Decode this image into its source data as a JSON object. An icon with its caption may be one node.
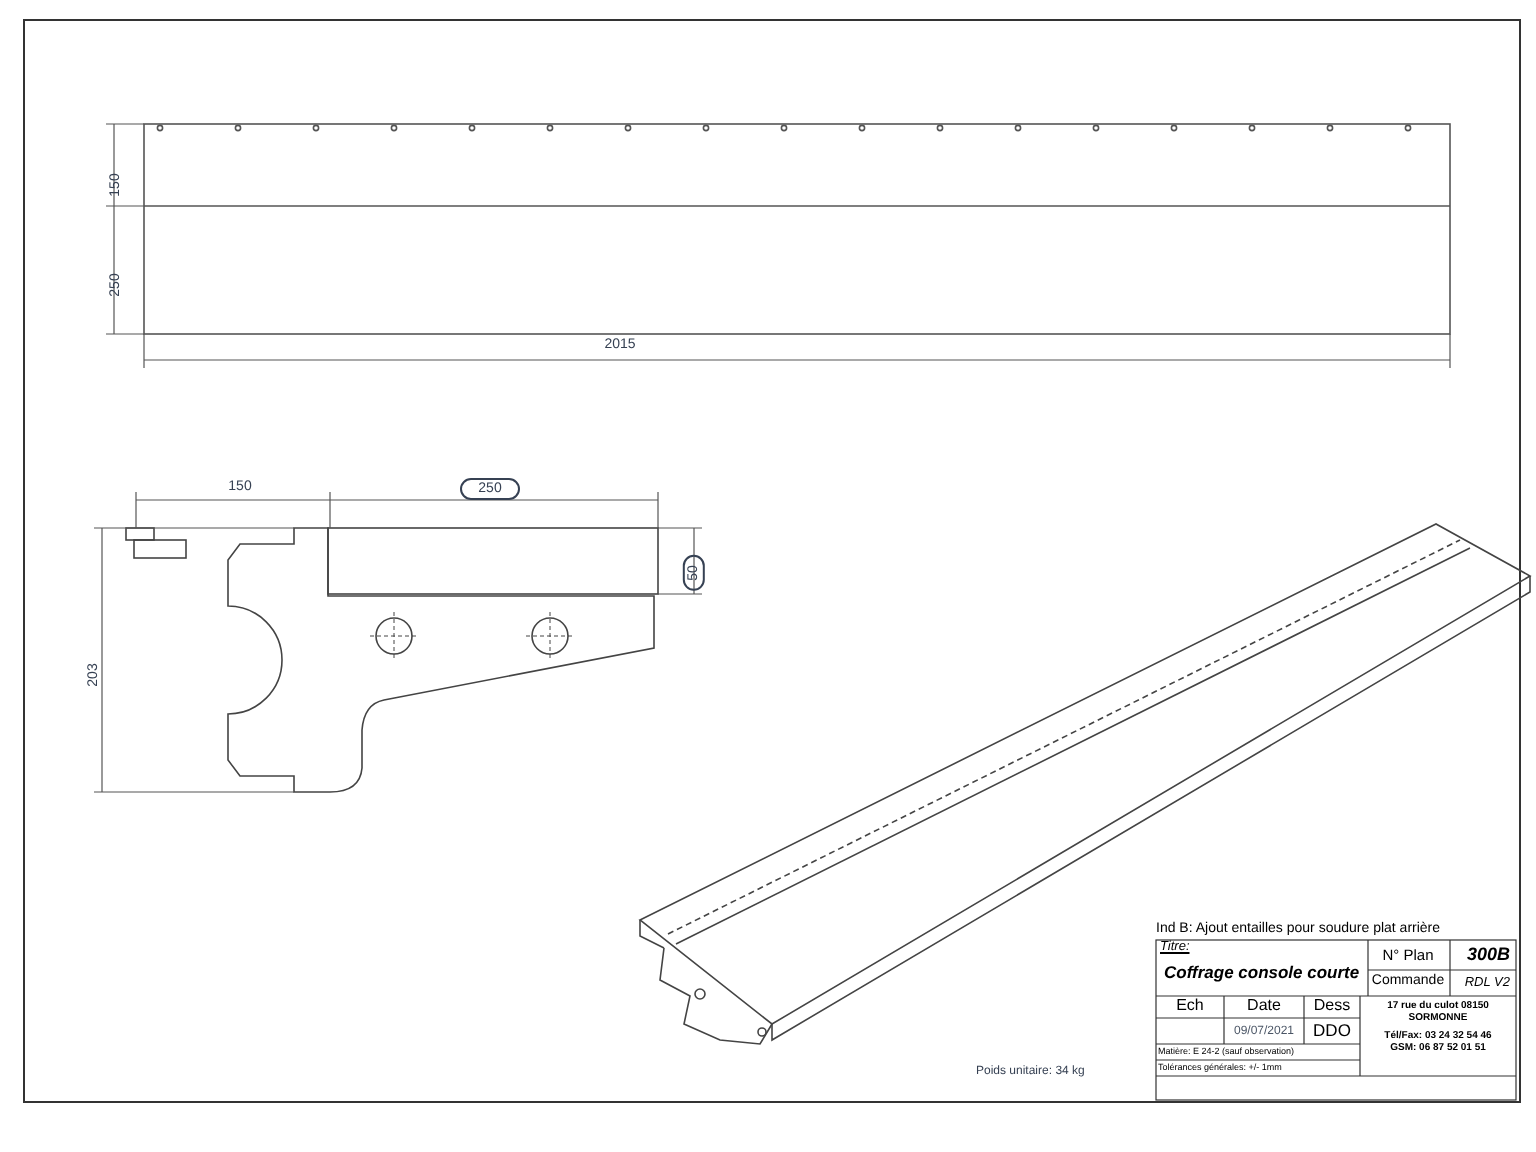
{
  "diagram": {
    "title": "Coffrage console courte",
    "labels": [
      "150",
      "250",
      "2015",
      "150",
      "250",
      "50",
      "203",
      "Ind B: Ajout entailles pour soudure plat arrière",
      "Titre:",
      "N° Plan",
      "300B",
      "Commande",
      "RDL V2",
      "Ech",
      "Date",
      "Dess",
      "09/07/2021",
      "DDO",
      "17 rue du culot 08150 SORMONNE",
      "Tél/Fax: 03 24 32 54 46",
      "GSM: 06 87 52 01 51",
      "Matière: E 24-2 (sauf observation)",
      "Tolérances générales: +/- 1mm",
      "Poids unitaire: 34 kg"
    ]
  }
}
